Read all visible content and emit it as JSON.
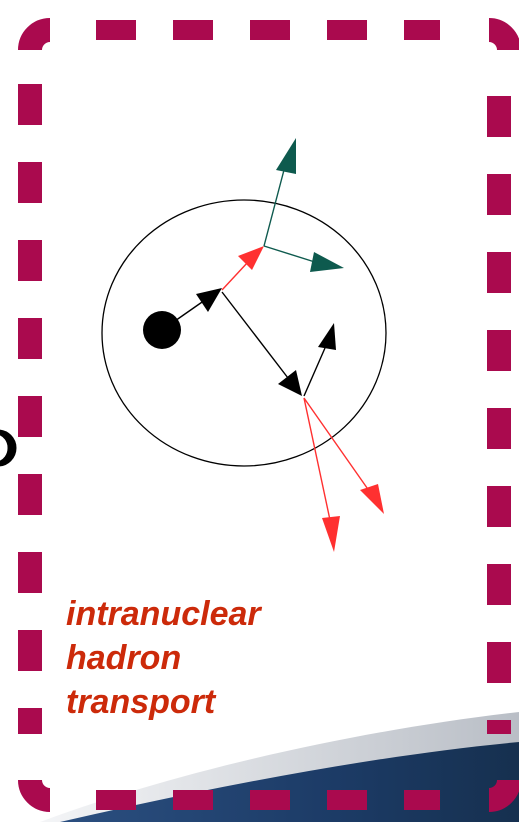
{
  "caption": {
    "lines": [
      "intranuclear",
      "hadron",
      "transport"
    ]
  },
  "colors": {
    "frame_dash": "#aa0a4e",
    "caption": "#cc2a0a",
    "arrow_primary": "#000000",
    "arrow_scattered": "#ff3030",
    "arrow_outgoing": "#0e5a4e",
    "nucleus_outline": "#000000",
    "swoosh_dark": "#1c3b66",
    "swoosh_light": "#c8ccd2"
  },
  "icons": {
    "nucleus": "circle-outline",
    "source_hadron": "filled-dot",
    "edge_symbol": "partial-circle"
  }
}
